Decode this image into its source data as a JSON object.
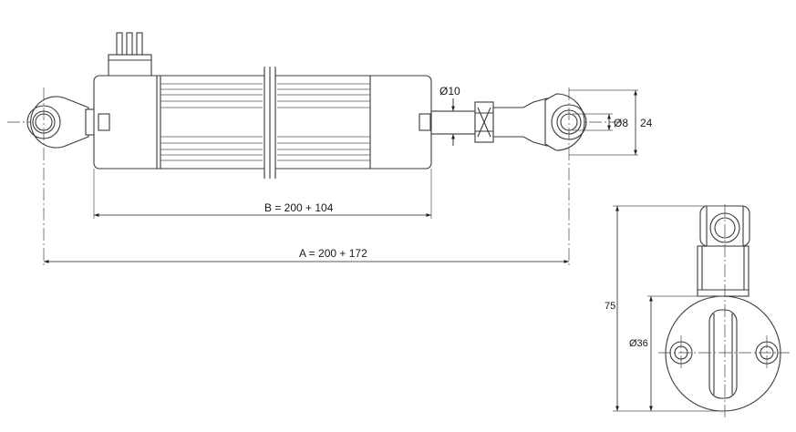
{
  "dimensions": {
    "rod_diameter": "Ø10",
    "eye_diameter": "Ø8",
    "eye_height": "24",
    "b_length": "B = 200 + 104",
    "a_length": "A = 200 + 172",
    "total_height": "75",
    "body_diameter": "Ø36"
  },
  "colors": {
    "line": "#3a3a3a",
    "background": "#ffffff"
  }
}
